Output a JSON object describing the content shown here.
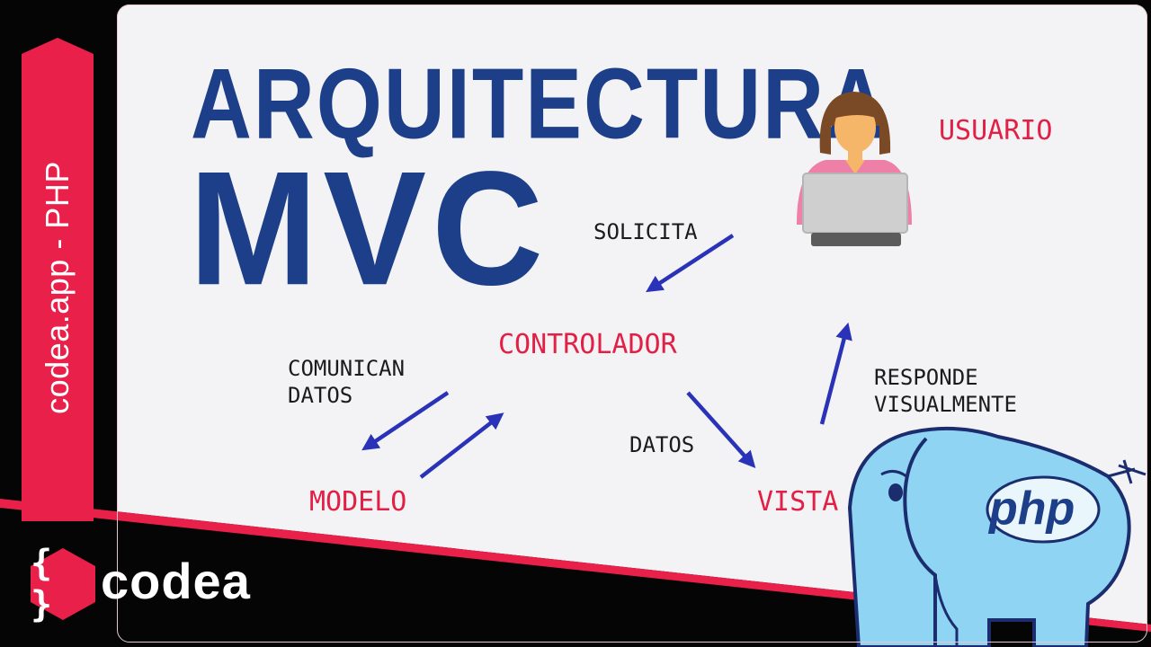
{
  "sidebar": {
    "text": "codea.app - PHP"
  },
  "title": {
    "line1": "ARQUITECTURA",
    "line2": "MVC"
  },
  "nodes": {
    "usuario": "USUARIO",
    "controlador": "CONTROLADOR",
    "modelo": "MODELO",
    "vista": "VISTA"
  },
  "edges": {
    "solicita": "SOLICITA",
    "comunican_line1": "COMUNICAN",
    "comunican_line2": "DATOS",
    "datos": "DATOS",
    "responde_line1": "RESPONDE",
    "responde_line2": "VISUALMENTE"
  },
  "brand": {
    "braces": "{ }",
    "word": "codea"
  },
  "php_logo": {
    "text": "php"
  },
  "colors": {
    "accent": "#e8204a",
    "title": "#1d3f8a",
    "arrow": "#2a33b8",
    "panel": "#f3f3f5"
  }
}
